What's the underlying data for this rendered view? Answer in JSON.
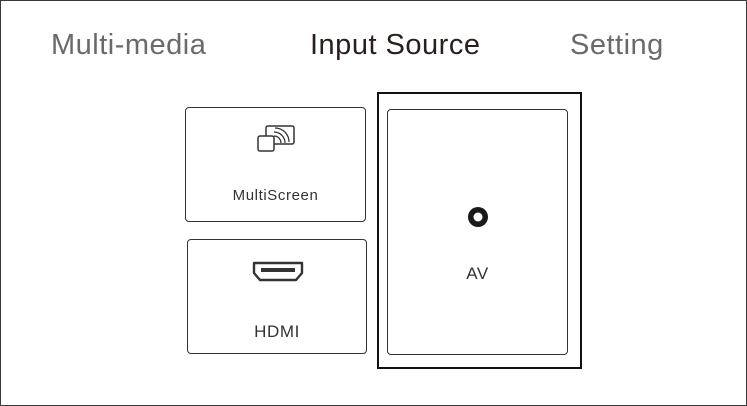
{
  "tabs": {
    "multimedia": "Multi-media",
    "input_source": "Input Source",
    "setting": "Setting"
  },
  "sources": {
    "multiscreen": {
      "label": "MultiScreen",
      "icon": "screen-cast-icon"
    },
    "hdmi": {
      "label": "HDMI",
      "icon": "hdmi-port-icon"
    },
    "av": {
      "label": "AV",
      "icon": "av-jack-icon",
      "selected": true
    }
  },
  "colors": {
    "active_tab": "#2a1e1e",
    "inactive_tab": "#6a6a6a",
    "border": "#333333"
  }
}
